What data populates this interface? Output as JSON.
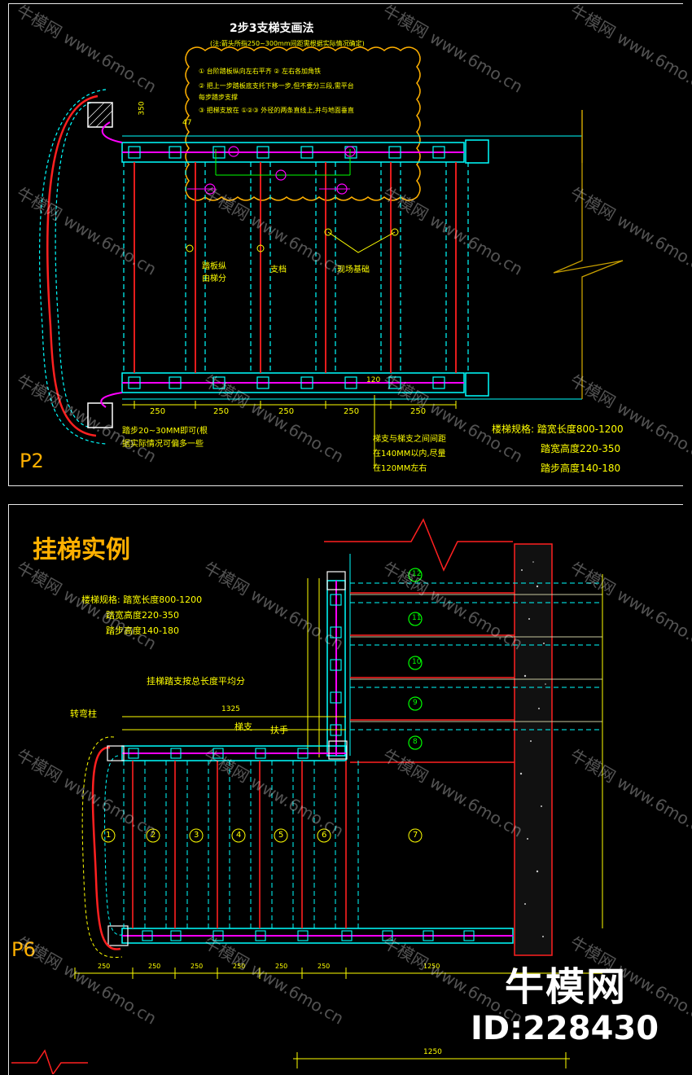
{
  "panel1": {
    "tag": "P2",
    "title": "2步3支梯支画法",
    "subtitle": "(注:箭头所指250~300mm间距需根据实际情况确定)",
    "notes": [
      "① 台阶踏板纵向左右平齐  ② 左右各加角铁",
      "② 把上一步踏板底支托下移一步,但不要分三段,需平台",
      "    每步踏步支撑",
      "③ 把梯支放在 ①②③ 外径的两条直线上,并与地面垂直"
    ],
    "callouts": [
      "踏板纵\n由梯分",
      "支档",
      "现场基础"
    ],
    "dims_bottom": [
      "250",
      "250",
      "250",
      "250",
      "250"
    ],
    "dim_top": "47",
    "dim_side": "350",
    "dim_120": "120",
    "bottom_left_note": [
      "踏步20~30MM即可(根",
      "据实际情况可偏多一些"
    ],
    "bottom_mid_note": [
      "梯支与梯支之间间距",
      "在140MM以内,尽量",
      "在120MM左右"
    ],
    "spec": [
      "楼梯规格: 踏宽长度800-1200",
      "踏宽高度220-350",
      "踏步高度140-180"
    ]
  },
  "panel2": {
    "tag": "P6",
    "title": "挂梯实例",
    "spec": [
      "楼梯规格: 踏宽长度800-1200",
      "踏宽高度220-350",
      "踏步高度140-180"
    ],
    "note": "挂梯踏支按总长度平均分",
    "label_post": "转弯柱",
    "label_support": "梯支",
    "label_rail": "扶手",
    "steps_lower": [
      "1",
      "2",
      "3",
      "4",
      "5",
      "6",
      "7"
    ],
    "steps_upper": [
      "8",
      "9",
      "10",
      "11",
      "12"
    ],
    "dims_bottom": [
      "250",
      "250",
      "250",
      "250",
      "250",
      "250",
      "1250"
    ],
    "dim_top": "1325",
    "dim_bottom_total": "1250"
  },
  "watermark": {
    "text": "牛模网 www.6mo.cn",
    "brand": "牛模网",
    "id": "ID:228430"
  },
  "colors": {
    "cyan": "#00ffff",
    "magenta": "#ff00ff",
    "red": "#ff2020",
    "yellow": "#ffff00",
    "green": "#00ff00",
    "orange": "#ffb000",
    "white": "#ffffff"
  }
}
